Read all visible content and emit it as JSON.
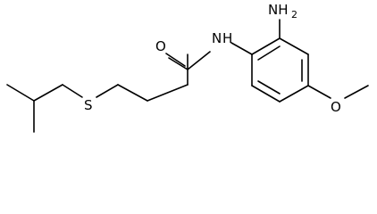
{
  "molecule": {
    "atoms": {
      "oxygen_carbonyl": "O",
      "nitrogen_amide": "N",
      "hydrogen_amide": "H",
      "amino_n": "NH",
      "amino_sub": "2",
      "sulfur": "S",
      "oxygen_methoxy": "O"
    }
  }
}
